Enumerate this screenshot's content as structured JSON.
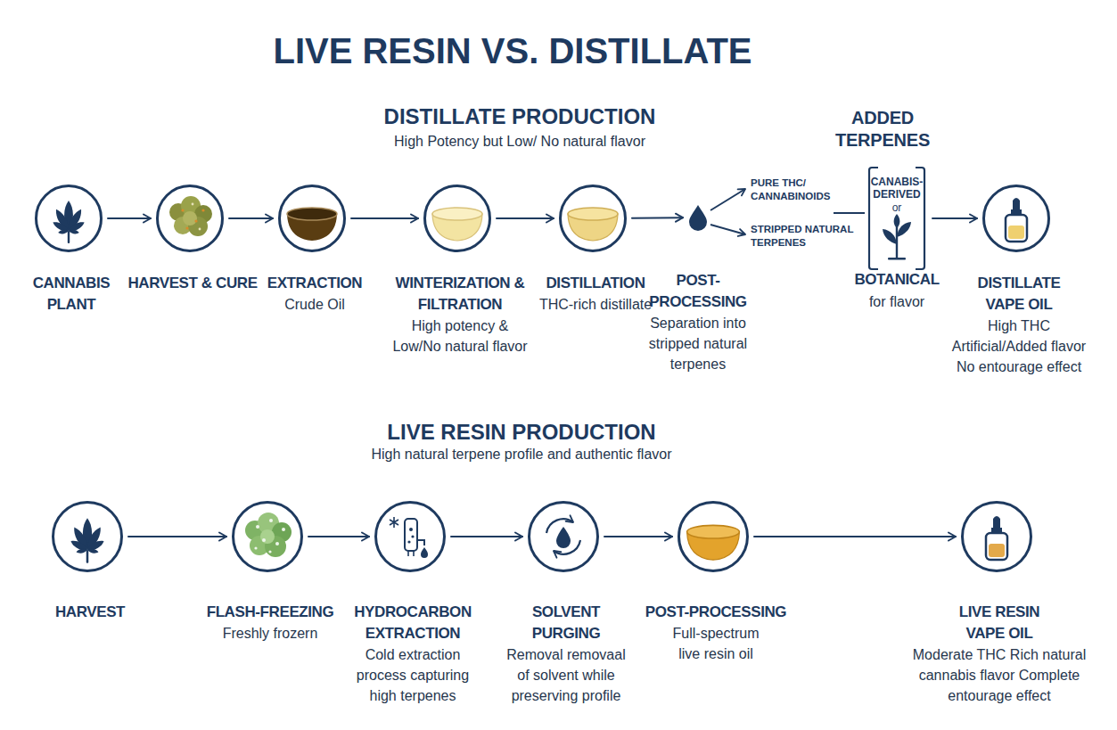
{
  "diagram": {
    "title": "LIVE RESIN VS. DISTILLATE",
    "nodes": [
      {
        "text": [
          "CANNABIS PLANT"
        ]
      },
      {
        "text": [
          "HARVEST & CURE"
        ]
      },
      {
        "text": [
          "EXTRACTION",
          "Crude Oil"
        ]
      },
      {
        "text": [
          "WINTERIZATION & FILTRATION",
          "High potency & Low/No natural flavor"
        ]
      },
      {
        "text": [
          "DISTILLATION",
          "THC-rich distillate"
        ]
      },
      {
        "text": [
          "POST-PROCESSING",
          "Separation into stripped natural terpenes"
        ]
      },
      {
        "text": [
          "ADDED TERPENES",
          "CANABIS-DERIVED",
          "or",
          "BOTANICAL",
          "for flavor"
        ]
      },
      {
        "text": [
          "DISTILLATE VAPE OIL",
          "High THC Artificial/Added flavor No entourage effect"
        ]
      },
      {
        "text": [
          "HARVEST"
        ]
      },
      {
        "text": [
          "FLASH-FREEZING",
          "Freshly frozern"
        ]
      },
      {
        "text": [
          "HYDROCARBON EXTRACTION",
          "Cold extraction process capturing high terpenes"
        ]
      },
      {
        "text": [
          "SOLVENT PURGING",
          "Removal removaal of solvent while preserving profile"
        ]
      },
      {
        "text": [
          "POST-PROCESSING",
          "Full-spectrum live resin oil"
        ]
      },
      {
        "text": [
          "LIVE RESIN VAPE OIL",
          "Moderate THC Rich natural cannabis flavor Complete entourage effect"
        ]
      }
    ],
    "edges": [
      {
        "from": 0,
        "to": 1,
        "arrow": "to"
      },
      {
        "from": 1,
        "to": 2,
        "arrow": "to"
      },
      {
        "from": 2,
        "to": 3,
        "arrow": "to"
      },
      {
        "from": 3,
        "to": 4,
        "arrow": "to"
      },
      {
        "from": 4,
        "to": 5,
        "arrow": "to"
      },
      {
        "from": 6,
        "to": 7,
        "arrow": "to"
      },
      {
        "from": 8,
        "to": 9,
        "arrow": "to"
      },
      {
        "from": 9,
        "to": 10,
        "arrow": "to"
      },
      {
        "from": 10,
        "to": 11,
        "arrow": "to"
      },
      {
        "from": 11,
        "to": 12,
        "arrow": "to"
      },
      {
        "from": 12,
        "to": 13,
        "arrow": "to"
      }
    ],
    "labels": [
      "DISTILLATE PRODUCTION",
      "High Potency but Low/ No natural flavor",
      "PURE THC/ CANNABINOIDS",
      "STRIPPED NATURAL TERPENES",
      "LIVE RESIN PRODUCTION",
      "High natural terpene profile and authentic flavor"
    ]
  }
}
